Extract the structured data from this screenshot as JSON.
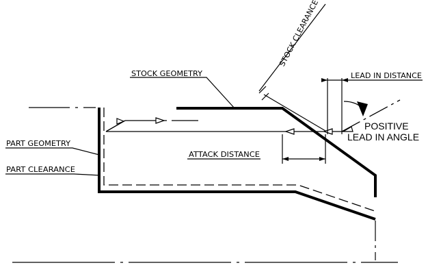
{
  "labels": {
    "stock_geometry": "STOCK GEOMETRY",
    "stock_clearance": "STOCK CLEARANCE",
    "lead_in_distance": "LEAD IN DISTANCE",
    "positive_lead_in_angle_line1": "POSITIVE",
    "positive_lead_in_angle_line2": "LEAD IN ANGLE",
    "part_geometry": "PART GEOMETRY",
    "part_clearance": "PART CLEARANCE",
    "attack_distance": "ATTACK DISTANCE"
  },
  "colors": {
    "line": "#000000",
    "background": "#ffffff"
  }
}
